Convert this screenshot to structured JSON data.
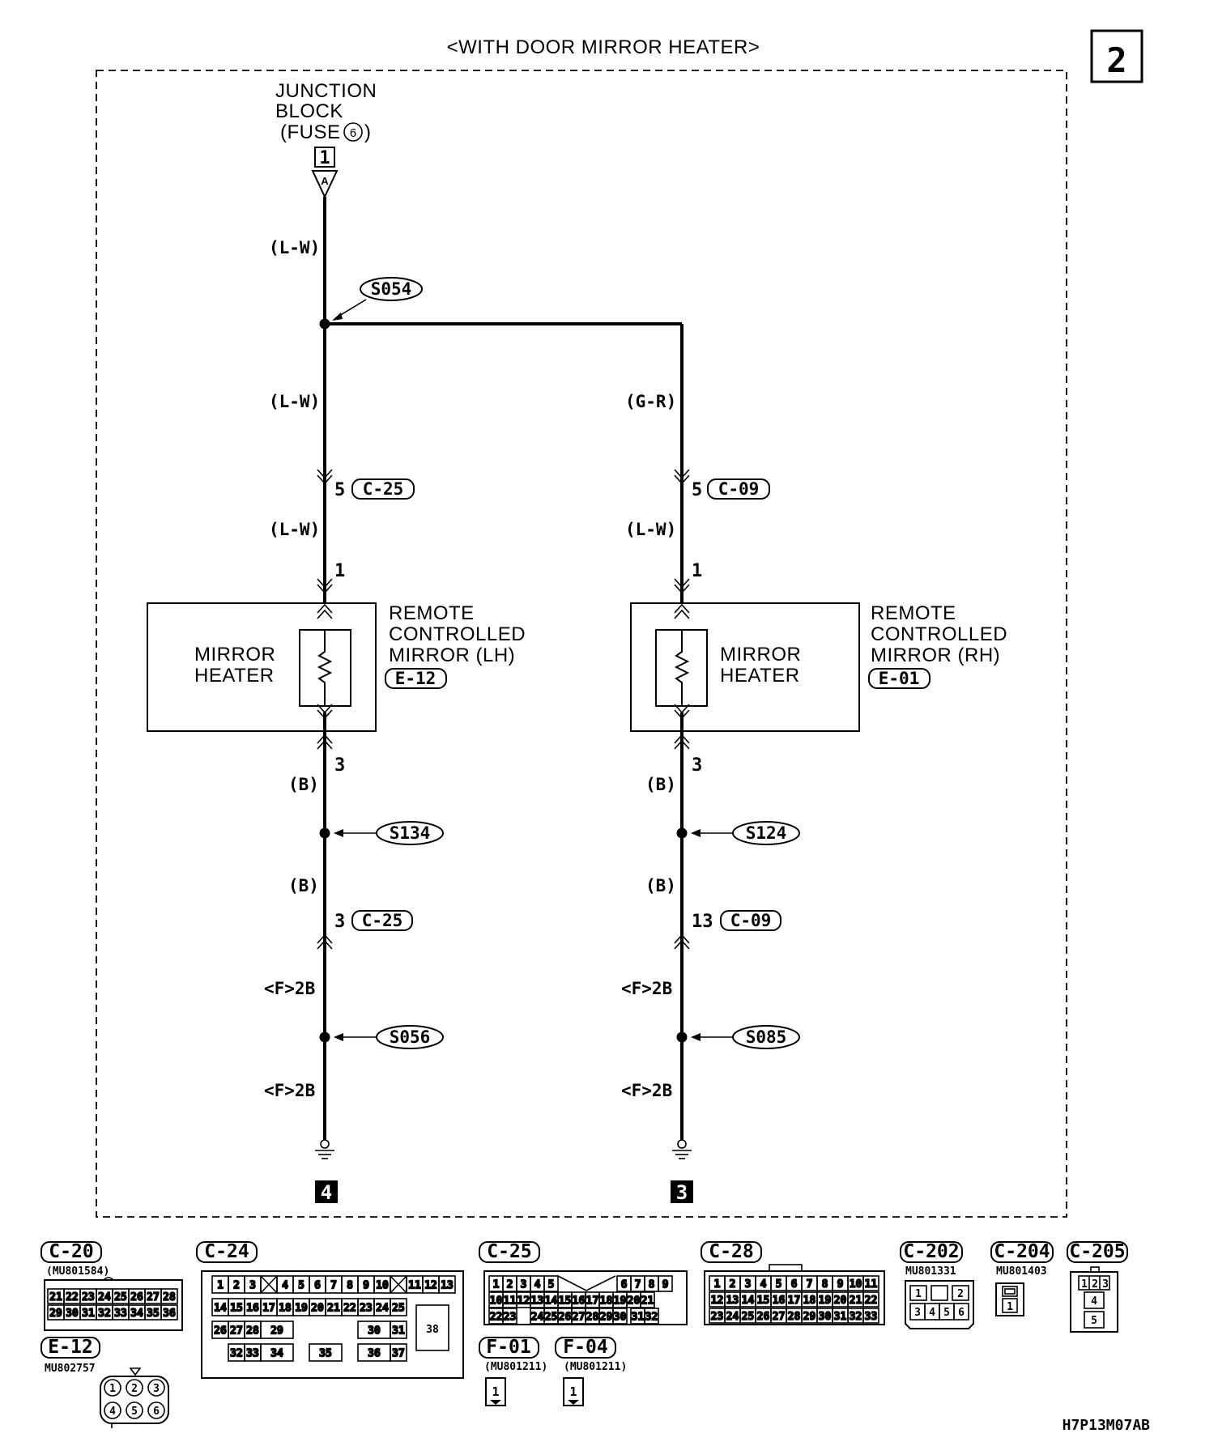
{
  "header": {
    "title": "<WITH DOOR MIRROR HEATER>",
    "page_number": "2"
  },
  "source": {
    "line1": "JUNCTION",
    "line2": "BLOCK",
    "line3_prefix": "(FUSE",
    "fuse": "6",
    "line3_suffix": ")",
    "ref": "1",
    "connector": "A"
  },
  "wires": {
    "lw_top": "(L-W)",
    "lw_mid_left": "(L-W)",
    "gr_mid_right": "(G-R)",
    "lw_low_left": "(L-W)",
    "lw_low_right": "(L-W)",
    "b_left_1": "(B)",
    "b_left_2": "(B)",
    "b_right_1": "(B)",
    "b_right_2": "(B)",
    "f2b_left_1": "<F>2B",
    "f2b_left_2": "<F>2B",
    "f2b_right_1": "<F>2B",
    "f2b_right_2": "<F>2B"
  },
  "splices": {
    "top": "S054",
    "left_mid": "S134",
    "right_mid": "S124",
    "left_low": "S056",
    "right_low": "S085"
  },
  "pins": {
    "left_c25_top": "5",
    "left_c25_top_conn": "C-25",
    "right_c09_top": "5",
    "right_c09_top_conn": "C-09",
    "left_in": "1",
    "right_in": "1",
    "left_out": "3",
    "right_out": "3",
    "left_c25_bot": "3",
    "left_c25_bot_conn": "C-25",
    "right_c09_bot": "13",
    "right_c09_bot_conn": "C-09"
  },
  "left_mirror": {
    "inner_1": "MIRROR",
    "inner_2": "HEATER",
    "title_1": "REMOTE",
    "title_2": "CONTROLLED",
    "title_3": "MIRROR (LH)",
    "connector": "E-12"
  },
  "right_mirror": {
    "inner_1": "MIRROR",
    "inner_2": "HEATER",
    "title_1": "REMOTE",
    "title_2": "CONTROLLED",
    "title_3": "MIRROR (RH)",
    "connector": "E-01"
  },
  "grounds": {
    "left": "4",
    "right": "3"
  },
  "connectors": {
    "c20": {
      "name": "C-20",
      "part": "(MU801584)"
    },
    "c24": {
      "name": "C-24"
    },
    "c25": {
      "name": "C-25"
    },
    "c28": {
      "name": "C-28"
    },
    "c202": {
      "name": "C-202",
      "part": "MU801331"
    },
    "c204": {
      "name": "C-204",
      "part": "MU801403"
    },
    "c205": {
      "name": "C-205"
    },
    "e12": {
      "name": "E-12",
      "part": "MU802757"
    },
    "f01": {
      "name": "F-01",
      "part": "(MU801211)"
    },
    "f04": {
      "name": "F-04",
      "part": "(MU801211)"
    }
  },
  "footer_code": "H7P13M07AB",
  "colors": {
    "ink": "#000000",
    "paper": "#ffffff"
  }
}
